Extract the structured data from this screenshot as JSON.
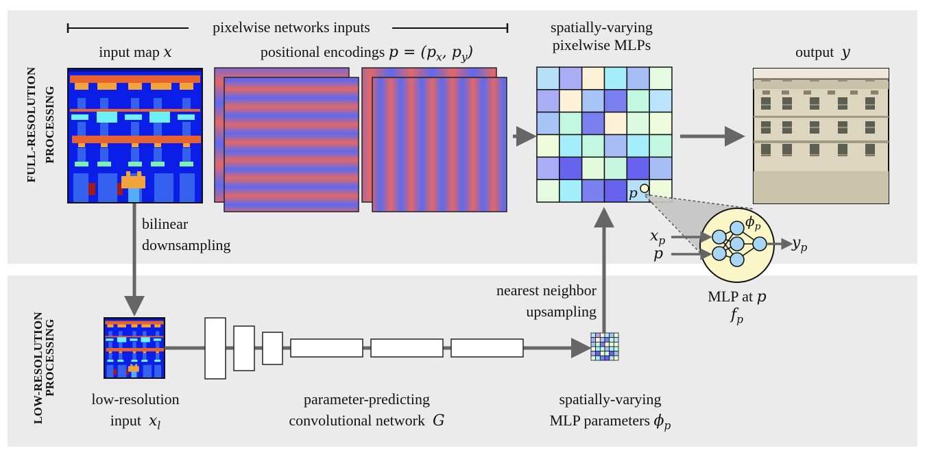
{
  "sections": {
    "full_resolution": {
      "label_line1": "FULL-RESOLUTION",
      "label_line2": "PROCESSING"
    },
    "low_resolution": {
      "label_line1": "LOW-RESOLUTION",
      "label_line2": "PROCESSING"
    }
  },
  "labels": {
    "pixelwise_inputs": "pixelwise networks inputs",
    "input_map": "input map",
    "input_map_var": "x",
    "positional_encodings": "positional encodings",
    "positional_encodings_math": "p = (p",
    "pe_sub_x": "x",
    "pe_sep": ", p",
    "pe_sub_y": "y",
    "pe_close": ")",
    "mlps_line1": "spatially-varying",
    "mlps_line2": "pixelwise MLPs",
    "output": "output",
    "output_var": "y",
    "bilinear_line1": "bilinear",
    "bilinear_line2": "downsampling",
    "nn_line1": "nearest neighbor",
    "nn_line2": "upsampling",
    "lowres_line1": "low-resolution",
    "lowres_line2": "input",
    "lowres_var": "x",
    "lowres_sub": "l",
    "conv_line1": "parameter-predicting",
    "conv_line2": "convolutional network",
    "conv_var": "G",
    "params_line1": "spatially-varying",
    "params_line2": "MLP parameters",
    "params_var": "ϕ",
    "params_sub": "p",
    "mlp_at": "MLP at",
    "mlp_at_var": "p",
    "fp_var": "f",
    "fp_sub": "p",
    "xp_var": "x",
    "xp_sub": "p",
    "p_in": "p",
    "yp_var": "y",
    "yp_sub": "p",
    "phi_var": "ϕ",
    "phi_sub": "p",
    "grid_p": "p"
  },
  "mlp_grid": {
    "rows": 6,
    "cols": 6,
    "colors": [
      [
        "#b5e0f8",
        "#a9adf6",
        "#fdf2d8",
        "#a4eefb",
        "#a6bdf6",
        "#e5fbe0"
      ],
      [
        "#a9adf6",
        "#fdf2d8",
        "#a6c4f6",
        "#7b80f0",
        "#c2f7e2",
        "#b9e4fb"
      ],
      [
        "#a6c4f6",
        "#c2f7e2",
        "#7b80f0",
        "#fdf2d8",
        "#dafbe0",
        "#eefcdb"
      ],
      [
        "#eefcdb",
        "#a4eefb",
        "#c2f7e2",
        "#a6bdf6",
        "#a4eefb",
        "#c2f7e2"
      ],
      [
        "#a9adf6",
        "#6763ee",
        "#e2fbdc",
        "#c8f7e0",
        "#6763ee",
        "#a6bdf6"
      ],
      [
        "#e5fbe0",
        "#a4eefb",
        "#7b80f0",
        "#6763ee",
        "#b5e0f8",
        "#eefcdb"
      ]
    ]
  },
  "colors": {
    "panel_bg": "#ebebeb",
    "arrow": "#666666",
    "encoding_red": "#e36767",
    "encoding_blue": "#5b6af0",
    "mlp_circle": "#fbf6c8",
    "neuron": "#a9d6f5",
    "input_map_bg": "#0b1ee8"
  },
  "conv_network": {
    "layer_count": 6
  }
}
